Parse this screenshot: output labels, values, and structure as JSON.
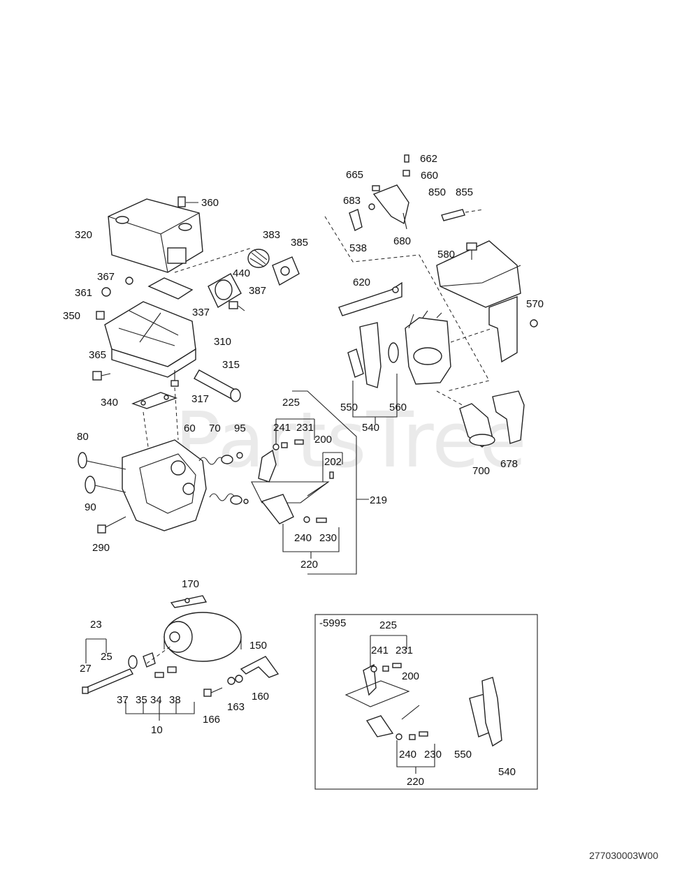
{
  "watermark": "PartsTree",
  "document_id": "277030003W00",
  "inset": {
    "title": "-5995"
  },
  "main_callouts": [
    {
      "id": "c360",
      "text": "360"
    },
    {
      "id": "c320",
      "text": "320"
    },
    {
      "id": "c383",
      "text": "383"
    },
    {
      "id": "c385",
      "text": "385"
    },
    {
      "id": "c440",
      "text": "440"
    },
    {
      "id": "c367",
      "text": "367"
    },
    {
      "id": "c361",
      "text": "361"
    },
    {
      "id": "c387",
      "text": "387"
    },
    {
      "id": "c337",
      "text": "337"
    },
    {
      "id": "c350",
      "text": "350"
    },
    {
      "id": "c310",
      "text": "310"
    },
    {
      "id": "c365",
      "text": "365"
    },
    {
      "id": "c315",
      "text": "315"
    },
    {
      "id": "c317",
      "text": "317"
    },
    {
      "id": "c340",
      "text": "340"
    },
    {
      "id": "c80",
      "text": "80"
    },
    {
      "id": "c60",
      "text": "60"
    },
    {
      "id": "c70",
      "text": "70"
    },
    {
      "id": "c95",
      "text": "95"
    },
    {
      "id": "c225",
      "text": "225"
    },
    {
      "id": "c241",
      "text": "241"
    },
    {
      "id": "c231",
      "text": "231"
    },
    {
      "id": "c200",
      "text": "200"
    },
    {
      "id": "c202",
      "text": "202"
    },
    {
      "id": "c219",
      "text": "219"
    },
    {
      "id": "c90",
      "text": "90"
    },
    {
      "id": "c290",
      "text": "290"
    },
    {
      "id": "c240",
      "text": "240"
    },
    {
      "id": "c230",
      "text": "230"
    },
    {
      "id": "c220",
      "text": "220"
    },
    {
      "id": "c662",
      "text": "662"
    },
    {
      "id": "c665",
      "text": "665"
    },
    {
      "id": "c660",
      "text": "660"
    },
    {
      "id": "c683",
      "text": "683"
    },
    {
      "id": "c850",
      "text": "850"
    },
    {
      "id": "c855",
      "text": "855"
    },
    {
      "id": "c538",
      "text": "538"
    },
    {
      "id": "c680",
      "text": "680"
    },
    {
      "id": "c580",
      "text": "580"
    },
    {
      "id": "c620",
      "text": "620"
    },
    {
      "id": "c570",
      "text": "570"
    },
    {
      "id": "c550",
      "text": "550"
    },
    {
      "id": "c560",
      "text": "560"
    },
    {
      "id": "c540",
      "text": "540"
    },
    {
      "id": "c700",
      "text": "700"
    },
    {
      "id": "c678",
      "text": "678"
    },
    {
      "id": "c170",
      "text": "170"
    },
    {
      "id": "c23",
      "text": "23"
    },
    {
      "id": "c150",
      "text": "150"
    },
    {
      "id": "c25",
      "text": "25"
    },
    {
      "id": "c27",
      "text": "27"
    },
    {
      "id": "c37",
      "text": "37"
    },
    {
      "id": "c35",
      "text": "35"
    },
    {
      "id": "c34",
      "text": "34"
    },
    {
      "id": "c38",
      "text": "38"
    },
    {
      "id": "c166",
      "text": "166"
    },
    {
      "id": "c163",
      "text": "163"
    },
    {
      "id": "c160",
      "text": "160"
    },
    {
      "id": "c10",
      "text": "10"
    }
  ],
  "inset_callouts": [
    {
      "id": "i225",
      "text": "225"
    },
    {
      "id": "i241",
      "text": "241"
    },
    {
      "id": "i231",
      "text": "231"
    },
    {
      "id": "i200",
      "text": "200"
    },
    {
      "id": "i240",
      "text": "240"
    },
    {
      "id": "i230",
      "text": "230"
    },
    {
      "id": "i220",
      "text": "220"
    },
    {
      "id": "i550",
      "text": "550"
    },
    {
      "id": "i540",
      "text": "540"
    }
  ]
}
